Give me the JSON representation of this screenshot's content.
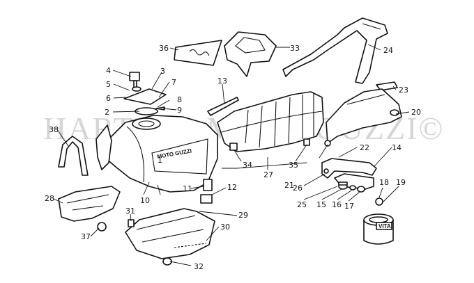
{
  "watermark": "HARTERS MOTO GUZZI©",
  "tank_logo": "MOTO GUZZI",
  "can_label": "VITA",
  "callouts": [
    "1",
    "2",
    "3",
    "4",
    "5",
    "6",
    "7",
    "8",
    "9",
    "10",
    "11",
    "12",
    "13",
    "14",
    "15",
    "16",
    "17",
    "18",
    "19",
    "20",
    "21",
    "22",
    "23",
    "24",
    "25",
    "26",
    "27",
    "28",
    "29",
    "30",
    "31",
    "32",
    "33",
    "34",
    "35",
    "36",
    "37",
    "38"
  ]
}
